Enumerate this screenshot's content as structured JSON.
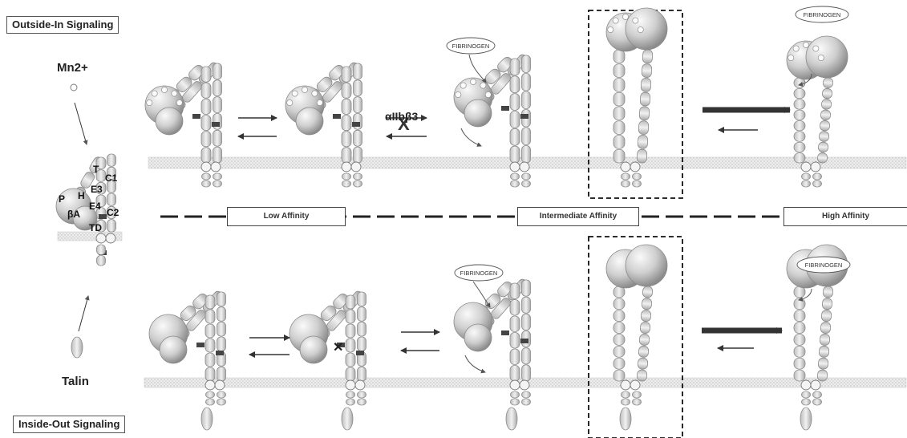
{
  "titles": {
    "outside_in": "Outside-In Signaling",
    "inside_out": "Inside-Out Signaling"
  },
  "activators": {
    "mn": "Mn2+",
    "talin": "Talin"
  },
  "ligand": "FIBRINOGEN",
  "integrin": "αIIbβ3",
  "blocked_mark": "X",
  "affinity": {
    "low": "Low Affinity",
    "intermediate": "Intermediate Affinity",
    "high": "High Affinity"
  },
  "domains": {
    "T": "T",
    "C1": "C1",
    "E3": "E3",
    "H": "H",
    "P": "P",
    "E4": "E4",
    "betaA": "βA",
    "C2": "C2",
    "TD": "TD"
  },
  "colors": {
    "domain_fill": "#d9d9d9",
    "domain_stroke": "#8a8a8a",
    "membrane": "#ececec",
    "dark_mark": "#444444",
    "frame": "#111111"
  }
}
